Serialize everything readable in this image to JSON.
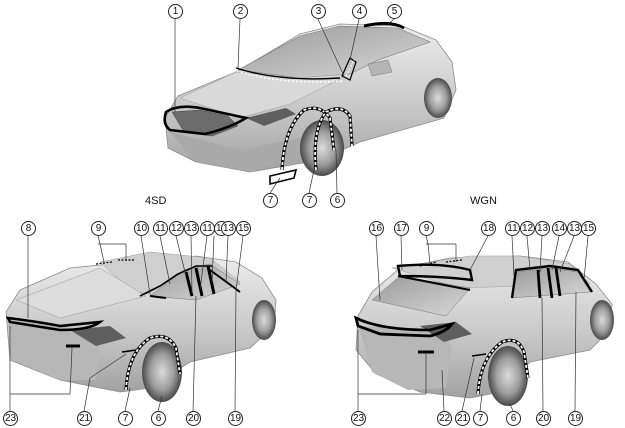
{
  "labels": {
    "sedan": "4SD",
    "wagon": "WGN"
  },
  "colors": {
    "body_light": "#e6e6e6",
    "body_mid": "#bdbdbd",
    "body_dark": "#8a8a8a",
    "outline": "#000000",
    "callout_line": "#333333"
  },
  "callouts": {
    "top": [
      "1",
      "2",
      "3",
      "4",
      "5",
      "7",
      "7",
      "6"
    ],
    "sedan": [
      "8",
      "9",
      "10",
      "11",
      "12",
      "13",
      "11",
      "14",
      "13",
      "15",
      "23",
      "21",
      "7",
      "6",
      "20",
      "19"
    ],
    "wagon": [
      "16",
      "17",
      "9",
      "18",
      "11",
      "12",
      "13",
      "14",
      "13",
      "15",
      "23",
      "22",
      "21",
      "7",
      "6",
      "20",
      "19"
    ]
  }
}
